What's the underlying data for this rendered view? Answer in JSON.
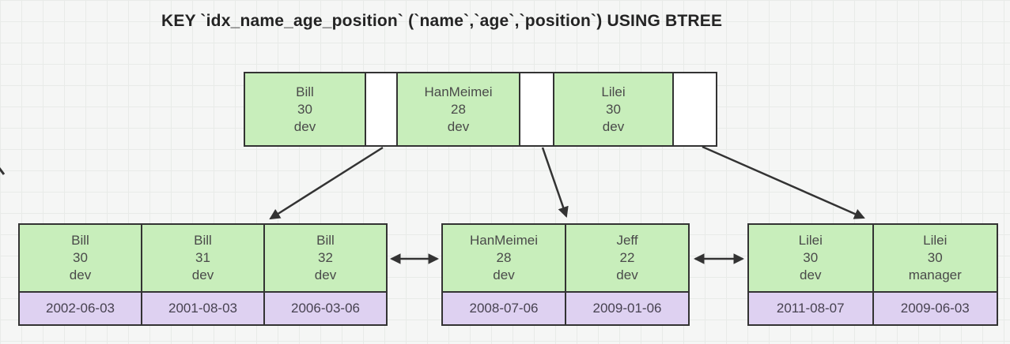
{
  "title": "KEY `idx_name_age_position` (`name`,`age`,`position`) USING BTREE",
  "colors": {
    "key_cell": "#c8eebb",
    "data_cell": "#ded1f1",
    "border": "#333333",
    "background": "#f5f6f5",
    "grid_line": "#e8ebe8",
    "text": "#4a4a4a",
    "title_text": "#242424"
  },
  "root_node": {
    "keys": [
      {
        "name": "Bill",
        "age": "30",
        "position": "dev"
      },
      {
        "name": "HanMeimei",
        "age": "28",
        "position": "dev"
      },
      {
        "name": "Lilei",
        "age": "30",
        "position": "dev"
      }
    ]
  },
  "leaf_nodes": [
    {
      "entries": [
        {
          "name": "Bill",
          "age": "30",
          "position": "dev",
          "date": "2002-06-03"
        },
        {
          "name": "Bill",
          "age": "31",
          "position": "dev",
          "date": "2001-08-03"
        },
        {
          "name": "Bill",
          "age": "32",
          "position": "dev",
          "date": "2006-03-06"
        }
      ]
    },
    {
      "entries": [
        {
          "name": "HanMeimei",
          "age": "28",
          "position": "dev",
          "date": "2008-07-06"
        },
        {
          "name": "Jeff",
          "age": "22",
          "position": "dev",
          "date": "2009-01-06"
        }
      ]
    },
    {
      "entries": [
        {
          "name": "Lilei",
          "age": "30",
          "position": "dev",
          "date": "2011-08-07"
        },
        {
          "name": "Lilei",
          "age": "30",
          "position": "manager",
          "date": "2009-06-03"
        }
      ]
    }
  ]
}
